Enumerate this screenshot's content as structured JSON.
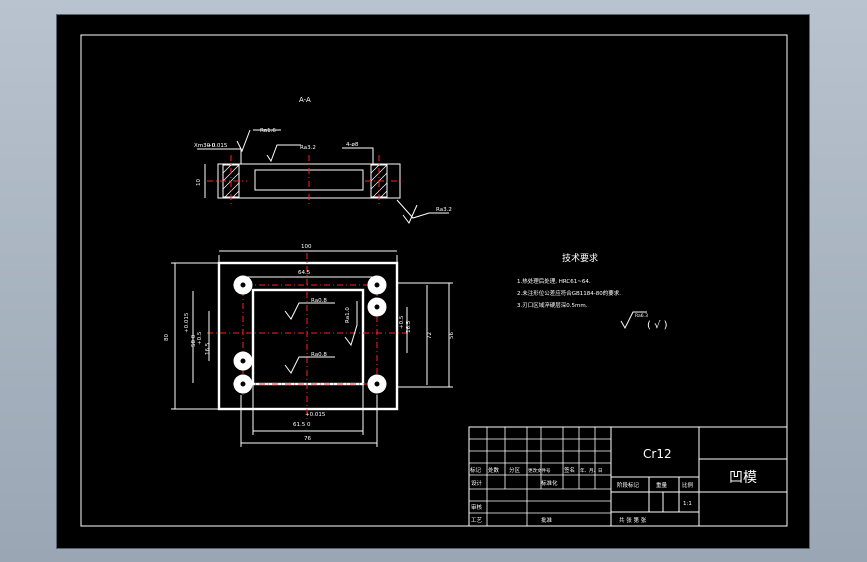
{
  "section": {
    "title": "A-A",
    "tol_left": "+0.015",
    "dim_left": "Xm30 0",
    "roughness_top": "Ra1.6",
    "roughness_mid": "Ra3.2",
    "dim_right": "4-ø8",
    "dim_height": "10",
    "roughness_low": "Ra3.2"
  },
  "plan": {
    "width_dim": "100",
    "inner_top_dim": "64.5",
    "left_outer": "80",
    "left_inner_tol": "+0.015",
    "left_inner": "58 0",
    "left_small_tol": "+0.5",
    "left_small": "16.5",
    "ra_upper": "Ra0.8",
    "ra_lower": "Ra0.8",
    "ra_vertical": "Ra1.0",
    "right_small_tol": "+0.5",
    "right_small": "16.5",
    "right_outer": "72",
    "right_outer2": "56",
    "bottom_inner_tol": "+0.015",
    "bottom_inner": "61.5 0",
    "bottom_outer": "76"
  },
  "notes": {
    "title": "技术要求",
    "line1": "1.热处理后处理, HRC61~64.",
    "line2": "2.未注形位公差应符合GB1184-80的要求.",
    "line3": "3.刃口区域淬硬层深0.5mm.",
    "roughness": "Ra6.3",
    "roughness_paren": "( √ )"
  },
  "title_block": {
    "material": "Cr12",
    "part_name": "凹模",
    "row_labels": [
      "标记",
      "处数",
      "分区",
      "更改文件号",
      "签名",
      "年、月、日"
    ],
    "design": "设计",
    "standard": "标准化",
    "review": "审核",
    "process": "工艺",
    "approve": "批准",
    "stage_label": "阶段标记",
    "weight_label": "重量",
    "scale_label": "比例",
    "scale_value": "1:1",
    "sheets": "共   张   第   张"
  }
}
